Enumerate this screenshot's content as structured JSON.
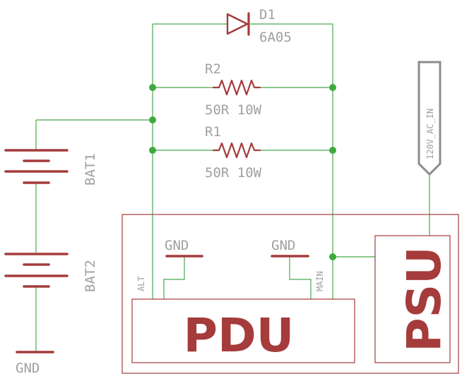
{
  "components": {
    "diode": {
      "ref": "D1",
      "value": "6A05"
    },
    "resistor_r2": {
      "ref": "R2",
      "value": "50R 10W"
    },
    "resistor_r1": {
      "ref": "R1",
      "value": "50R 10W"
    },
    "battery_1": {
      "ref": "BAT1"
    },
    "battery_2": {
      "ref": "BAT2"
    },
    "pdu": {
      "label": "PDU",
      "pin_alt": "ALT",
      "pin_main": "MAIN"
    },
    "psu": {
      "label": "PSU"
    }
  },
  "grounds": {
    "battery_gnd": "GND",
    "pdu_gnd_left": "GND",
    "pdu_gnd_right": "GND"
  },
  "net_tag": {
    "label": "120V_AC_IN"
  },
  "colors": {
    "wire": "#4aa84a",
    "junction": "#3cab3c",
    "symbol": "#a53b3b",
    "text": "#a0a0a0"
  }
}
